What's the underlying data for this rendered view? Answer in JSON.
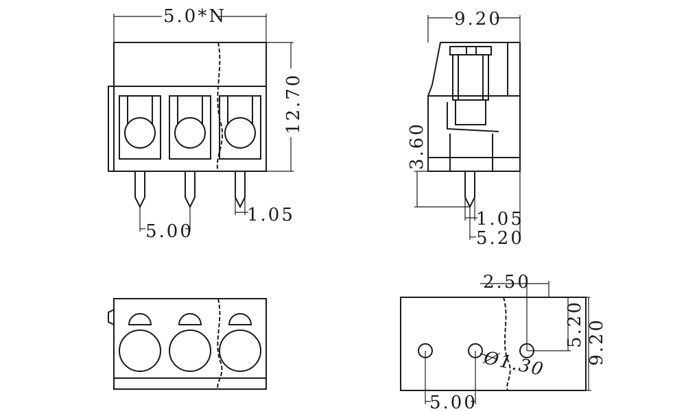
{
  "front_view": {
    "width_label": "5.0*N",
    "height_label": "12.70",
    "pitch_label": "5.00",
    "pin_label": "1.05"
  },
  "side_view": {
    "width_label": "9.20",
    "height_label": "3.60",
    "pin_label": "1.05",
    "offset_label": "5.20"
  },
  "bottom_view": {
    "offset_label": "2.50",
    "row_label": "5.20",
    "depth_label": "9.20",
    "hole_label": "Ø1.30",
    "pitch_label": "5.00"
  }
}
